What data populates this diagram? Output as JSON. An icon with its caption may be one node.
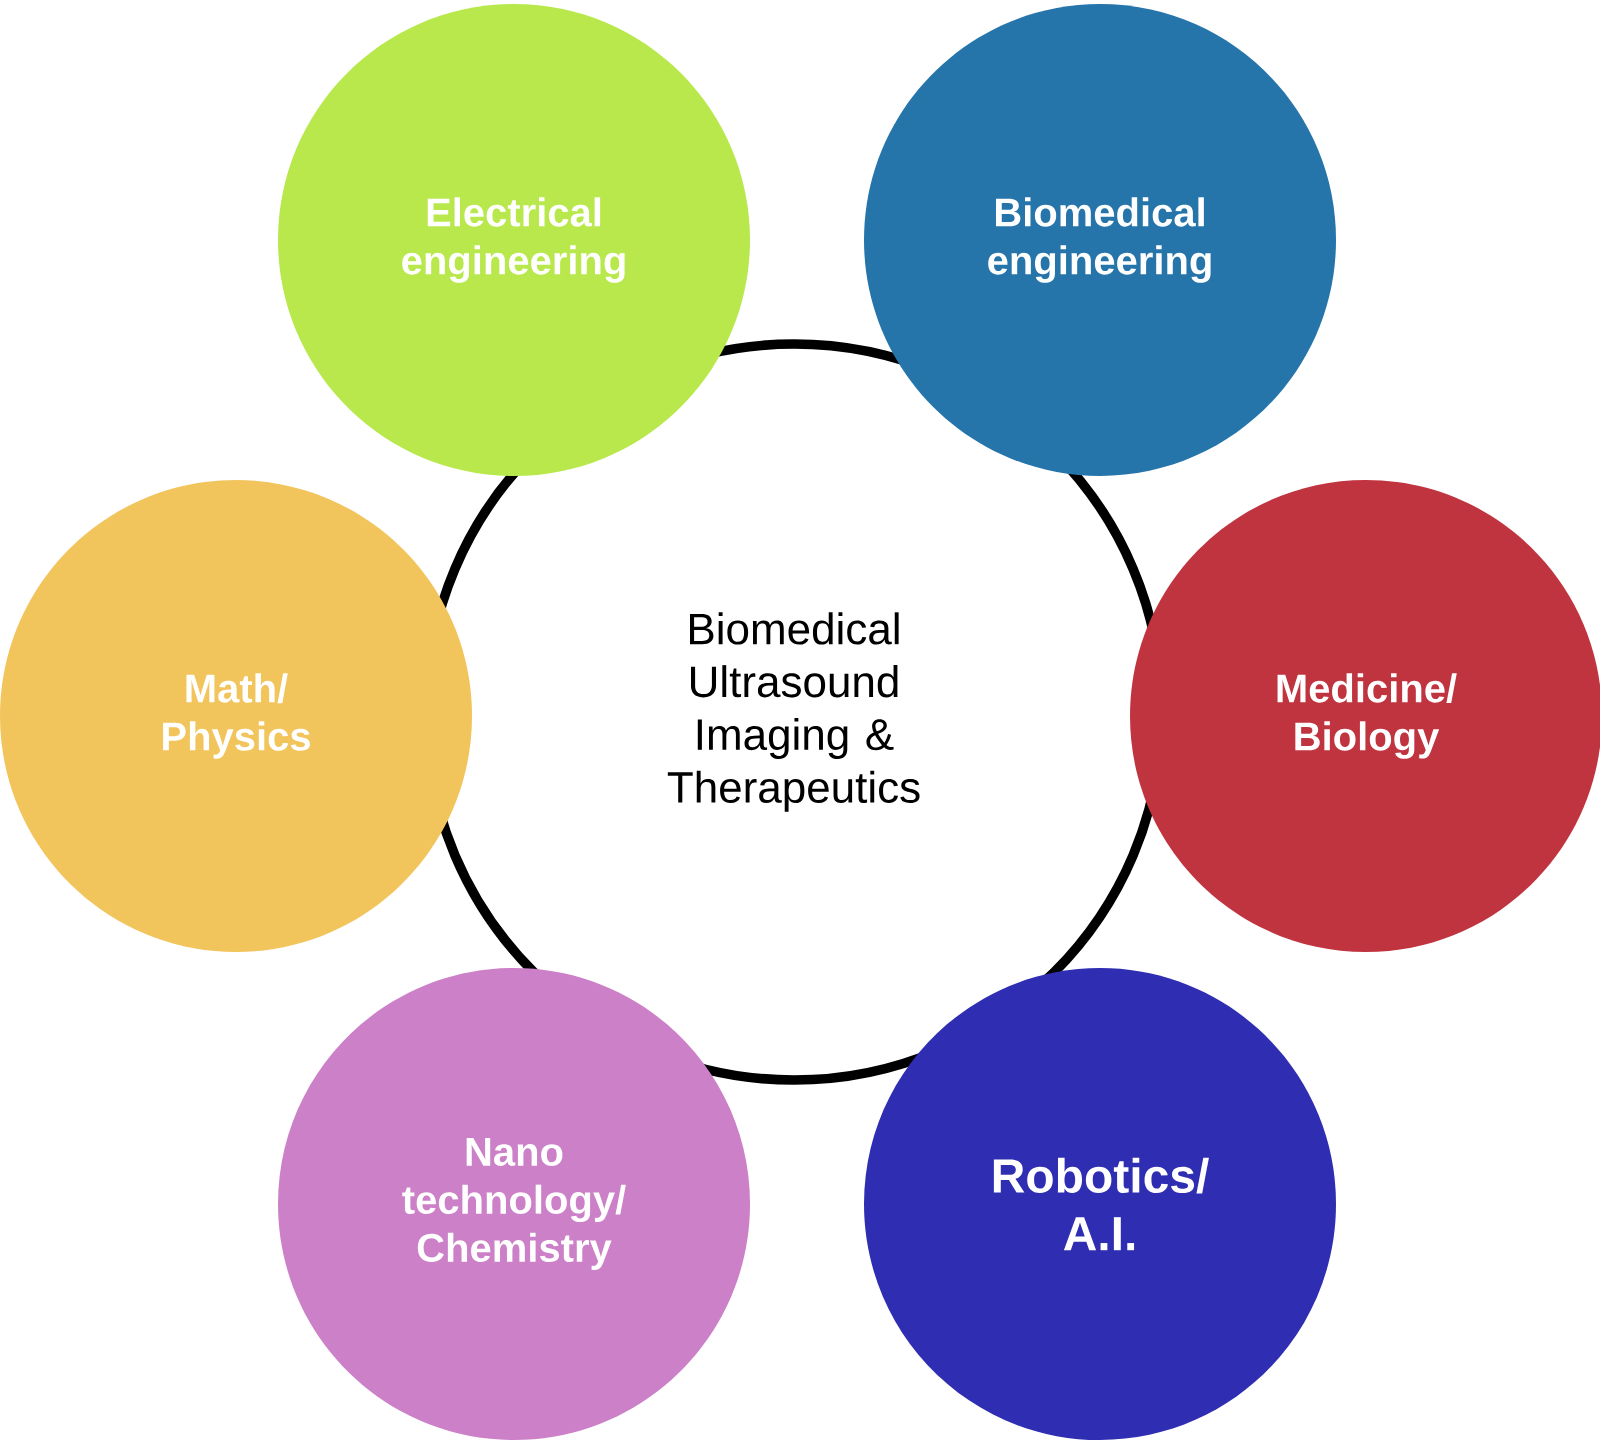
{
  "diagram": {
    "nodes": [
      {
        "text": [
          "Biomedical Ultrasound Imaging & Therapeutics"
        ]
      },
      {
        "text": [
          "Electrical engineering"
        ]
      },
      {
        "text": [
          "Biomedical engineering"
        ]
      },
      {
        "text": [
          "Math/ Physics"
        ]
      },
      {
        "text": [
          "Medicine/ Biology"
        ]
      },
      {
        "text": [
          "Nano technology/ Chemistry"
        ]
      },
      {
        "text": [
          "Robotics/ A.I."
        ]
      }
    ]
  }
}
